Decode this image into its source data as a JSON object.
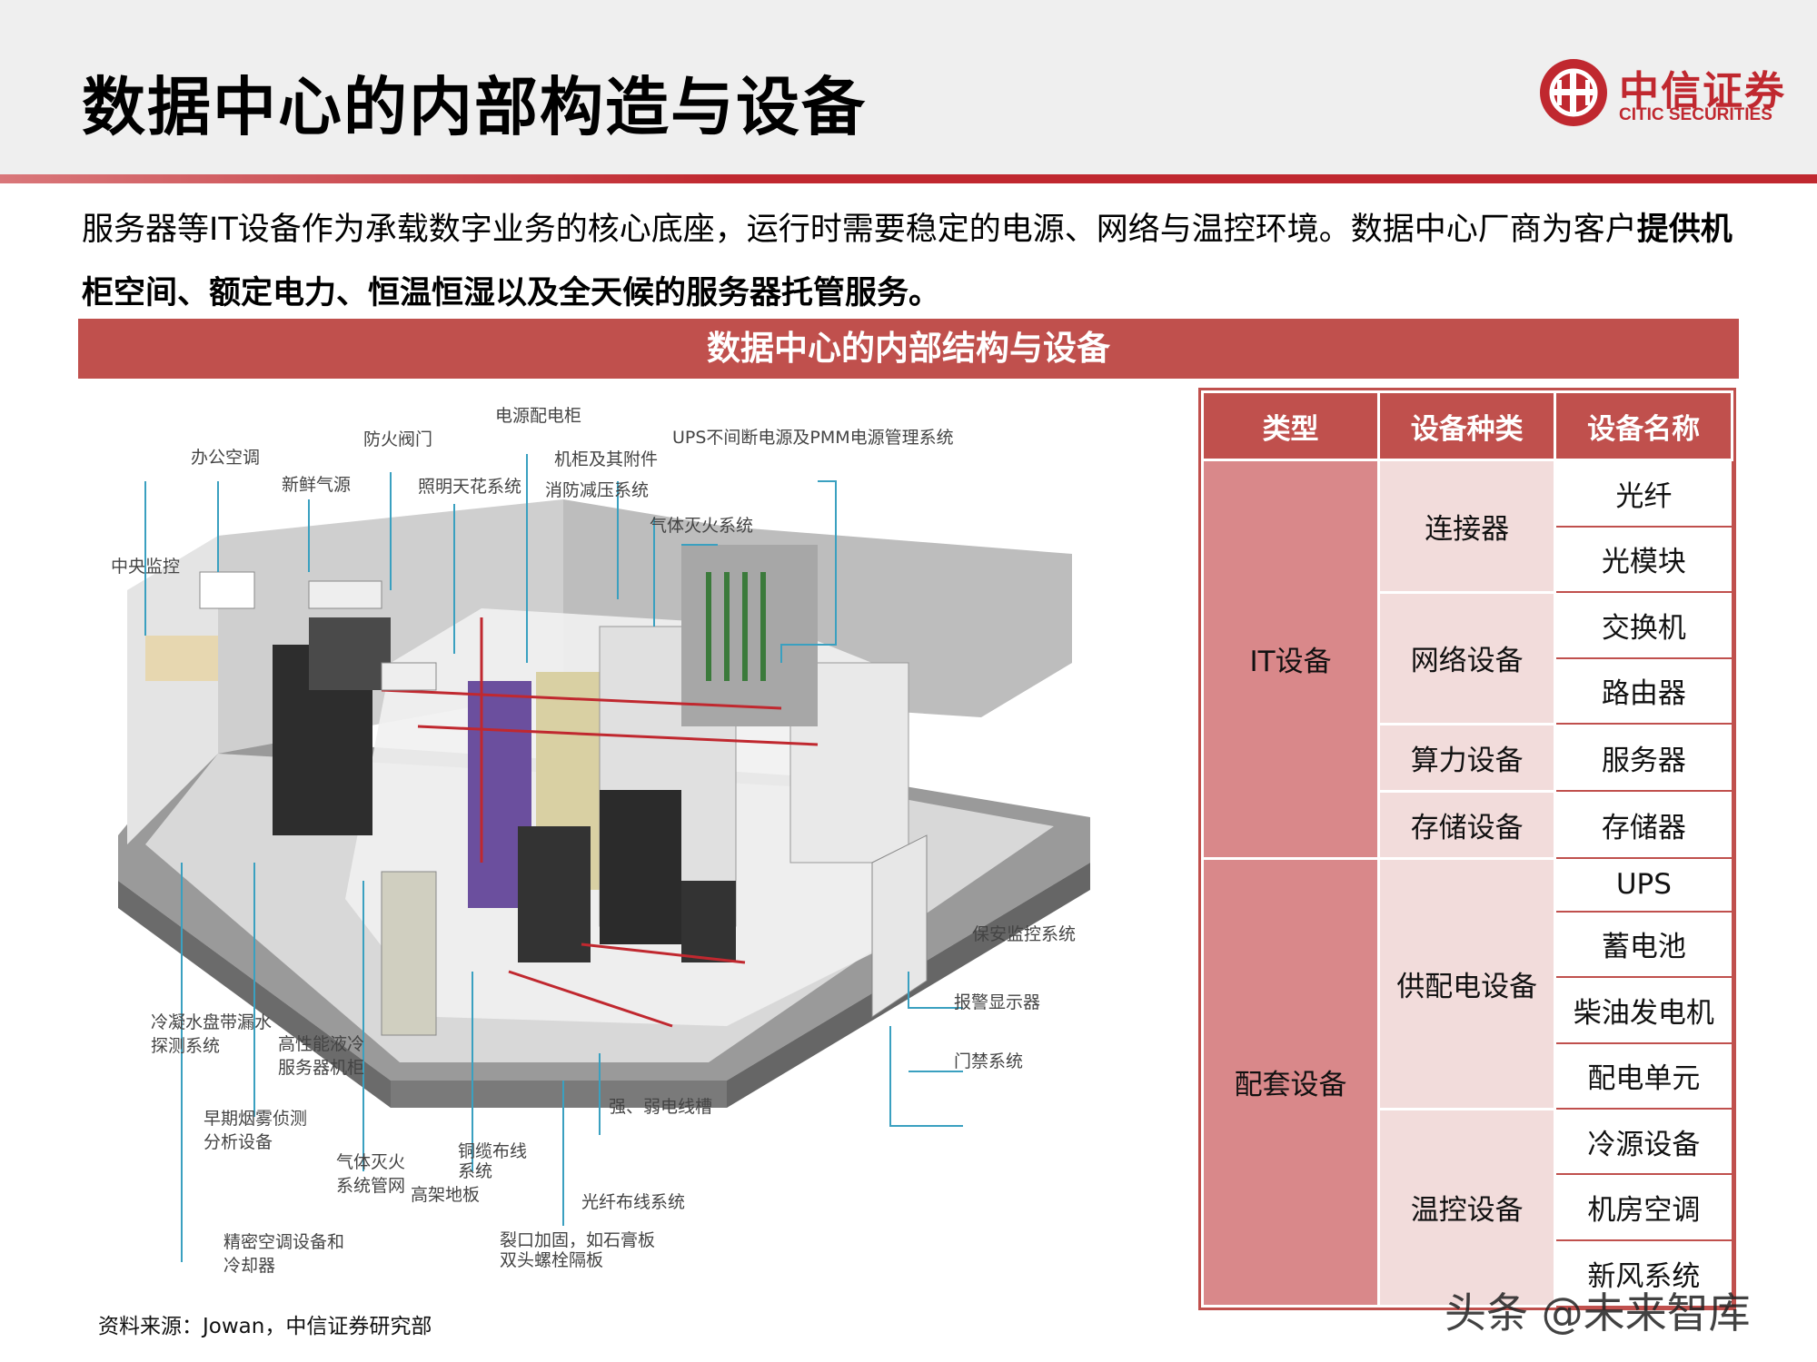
{
  "title": "数据中心的内部构造与设备",
  "logo": {
    "cn": "中信证券",
    "en": "CITIC SECURITIES"
  },
  "intro": {
    "plain": "服务器等IT设备作为承载数字业务的核心底座，运行时需要稳定的电源、网络与温控环境。数据中心厂商为客户",
    "bold": "提供机柜空间、额定电力、恒温恒湿以及全天候的服务器托管服务。"
  },
  "banner": "数据中心的内部结构与设备",
  "diagram_labels": {
    "office_ac": "办公空调",
    "fresh_air": "新鲜气源",
    "fire_valve": "防火阀门",
    "lighting": "照明天花系统",
    "power_cabinet": "电源配电柜",
    "rack": "机柜及其附件",
    "fire_decompress": "消防减压系统",
    "ups": "UPS不间断电源及PMM电源管理系统",
    "gas_fire": "气体灭火系统",
    "central_monitor": "中央监控",
    "security_monitor": "保安监控系统",
    "alarm_display": "报警显示器",
    "access_control": "门禁系统",
    "cable_tray": "强、弱电线槽",
    "fiber": "光纤布线系统",
    "leak_detect_1": "冷凝水盘带漏水",
    "leak_detect_2": "探测系统",
    "liquid_cabinet_1": "高性能液冷",
    "liquid_cabinet_2": "服务器机柜",
    "smoke_1": "早期烟雾侦测",
    "smoke_2": "分析设备",
    "gas_pipe_1": "气体灭火",
    "gas_pipe_2": "系统管网",
    "raised_floor": "高架地板",
    "copper_1": "铜缆布线",
    "copper_2": "系统",
    "precision_ac_1": "精密空调设备和",
    "precision_ac_2": "冷却器",
    "crack_1": "裂口加固，如石膏板",
    "crack_2": "双头螺栓隔板"
  },
  "table": {
    "headers": [
      "类型",
      "设备种类",
      "设备名称"
    ],
    "groups": [
      {
        "type": "IT设备",
        "categories": [
          {
            "name": "连接器",
            "items": [
              "光纤",
              "光模块"
            ]
          },
          {
            "name": "网络设备",
            "items": [
              "交换机",
              "路由器"
            ]
          },
          {
            "name": "算力设备",
            "items": [
              "服务器"
            ]
          },
          {
            "name": "存储设备",
            "items": [
              "存储器"
            ]
          }
        ]
      },
      {
        "type": "配套设备",
        "categories": [
          {
            "name": "供配电设备",
            "items": [
              "UPS",
              "蓄电池",
              "柴油发电机",
              "配电单元"
            ]
          },
          {
            "name": "温控设备",
            "items": [
              "冷源设备",
              "机房空调",
              "新风系统"
            ]
          }
        ]
      }
    ]
  },
  "source": "资料来源：Jowan，中信证券研究部",
  "watermark": "头条 @未来智库",
  "colors": {
    "brand_red": "#c0282f",
    "banner_red": "#c0504d",
    "type_cell": "#d9888a",
    "category_cell": "#f2dcdb"
  }
}
